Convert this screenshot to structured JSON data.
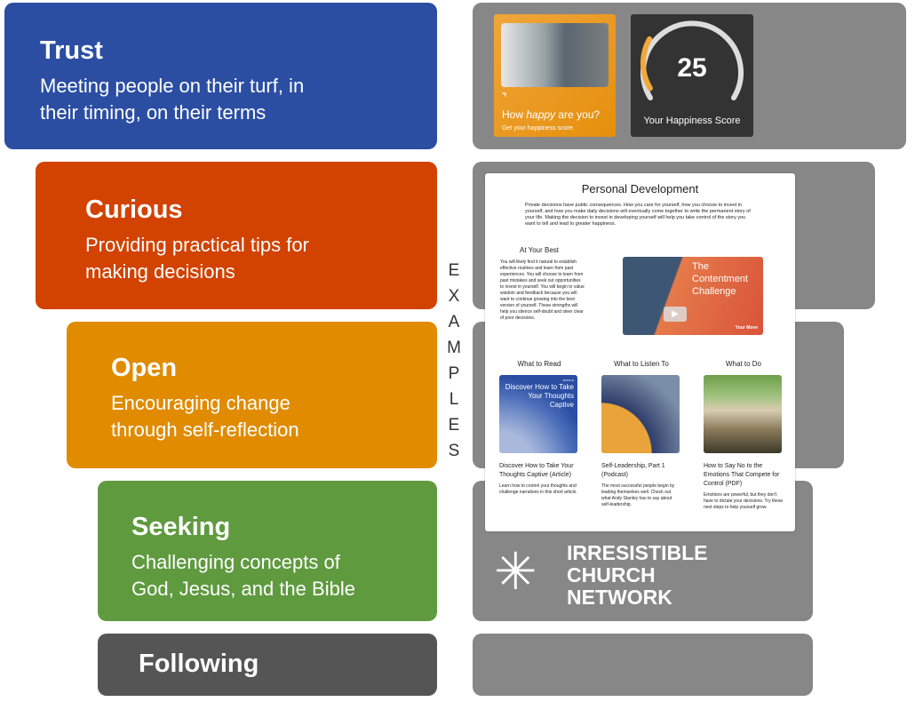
{
  "stages": [
    {
      "title": "Trust",
      "desc_line1": "Meeting people on their turf, in",
      "desc_line2": "their timing, on their terms",
      "color": "#2b4ea3"
    },
    {
      "title": "Curious",
      "desc_line1": "Providing practical tips for",
      "desc_line2": "making decisions",
      "color": "#d24200"
    },
    {
      "title": "Open",
      "desc_line1": "Encouraging change",
      "desc_line2": "through self-reflection",
      "color": "#e08b00"
    },
    {
      "title": "Seeking",
      "desc_line1": "Challenging concepts of",
      "desc_line2": "God, Jesus, and the Bible",
      "color": "#5f9a3f"
    },
    {
      "title": "Following",
      "color": "#555555"
    }
  ],
  "examples_label": [
    "E",
    "X",
    "A",
    "M",
    "P",
    "L",
    "E",
    "S"
  ],
  "happy_card": {
    "title_pre": "How ",
    "title_em": "happy",
    "title_post": " are you?",
    "subtitle": "Get your happiness score."
  },
  "score_card": {
    "score": "25",
    "label": "Your Happiness Score",
    "fraction": 0.25
  },
  "page": {
    "title": "Personal Development",
    "intro": "Private decisions have public consequences. How you care for yourself, how you choose to invest in yourself, and how you make daily decisions will eventually come together to write the permanent story of your life. Making the decision to invest in developing yourself will help you take control of the story you want to tell and lead to greater happiness.",
    "best_title": "At Your Best",
    "best_text": "You will likely find it natural to establish effective routines and learn from past experiences. You will choose to learn from past mistakes and seek out opportunities to invest in yourself. You will begin to value wisdom and feedback because you will want to continue growing into the best version of yourself. These strengths will help you silence self-doubt and steer clear of poor decisions.",
    "video_title": "The Contentment Challenge",
    "video_brand": "Your Move",
    "columns": [
      {
        "heading": "What to Read",
        "img_text": "Discover How to Take Your Thoughts Captive",
        "img_tag": "ARTICLE",
        "title": "Discover How to Take Your Thoughts Captive (Article)",
        "desc": "Learn how to control your thoughts and challenge narratives in this short article."
      },
      {
        "heading": "What to Listen To",
        "title": "Self-Leadership, Part 1 (Podcast)",
        "desc": "The most successful people begin by leading themselves well. Check out what Andy Stanley has to say about self-leadership."
      },
      {
        "heading": "What to Do",
        "title": "How to Say No to the Emotions That Compete for Control (PDF)",
        "desc": "Emotions are powerful, but they don't have to dictate your decisions. Try these next steps to help yourself grow."
      }
    ]
  },
  "logo": {
    "line1": "IRRESISTIBLE",
    "line2": "CHURCH",
    "line3": "NETWORK"
  }
}
